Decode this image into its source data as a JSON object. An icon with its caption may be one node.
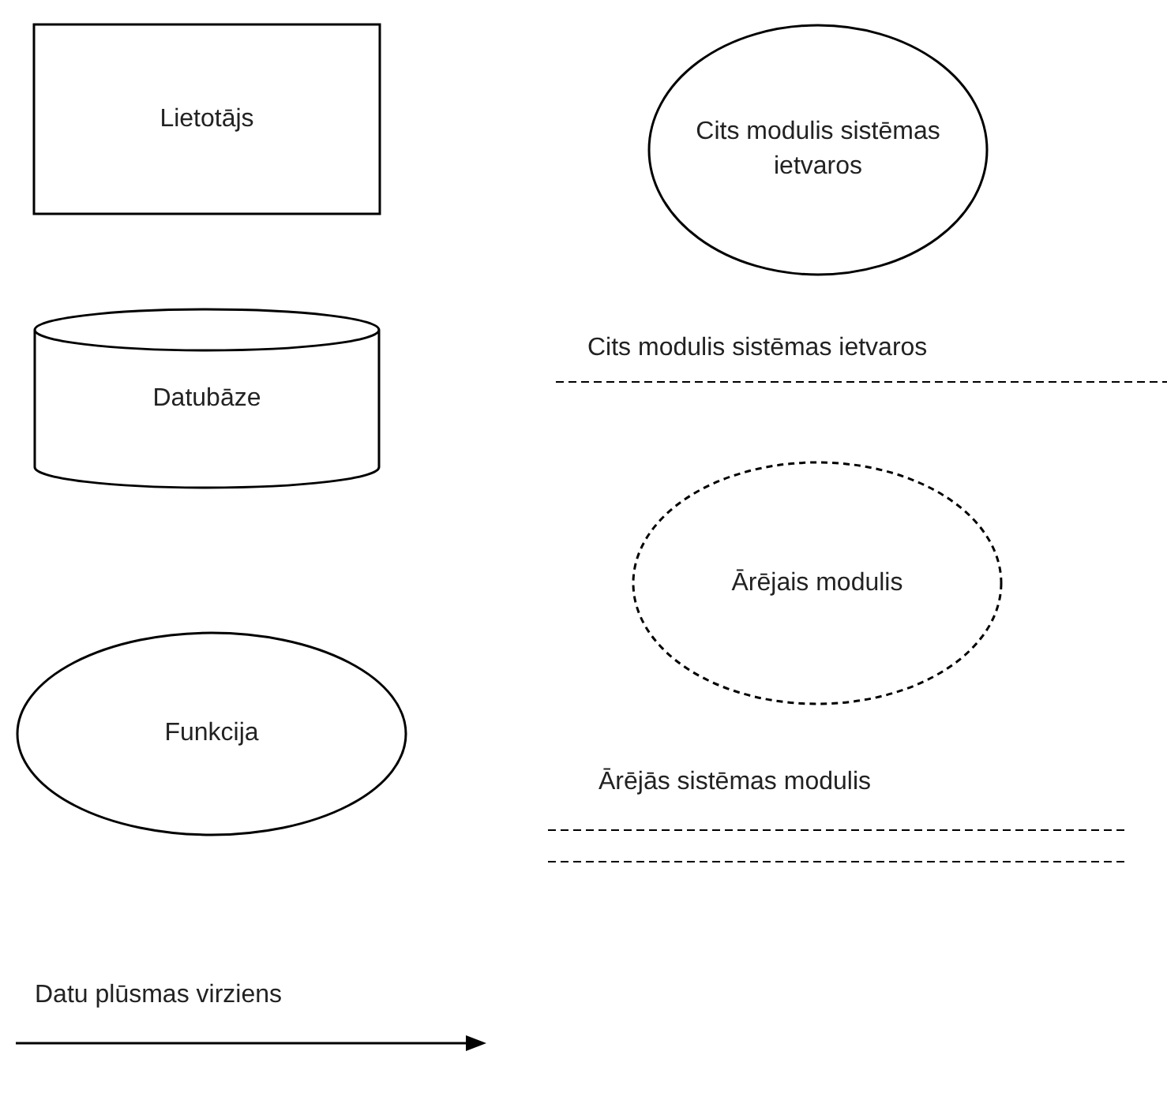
{
  "diagram": {
    "nodes": [
      {
        "text": [
          "Lietotājs"
        ]
      },
      {
        "text": [
          "Cits modulis sistēmas ietvaros"
        ]
      },
      {
        "text": [
          "Datubāze"
        ]
      },
      {
        "text": [
          "Cits modulis sistēmas ietvaros"
        ]
      },
      {
        "text": [
          "Ārējais modulis"
        ]
      },
      {
        "text": [
          "Funkcija"
        ]
      },
      {
        "text": [
          "Ārējās sistēmas modulis"
        ]
      }
    ],
    "edges": [],
    "labels": [
      "Datu plūsmas virziens"
    ]
  }
}
